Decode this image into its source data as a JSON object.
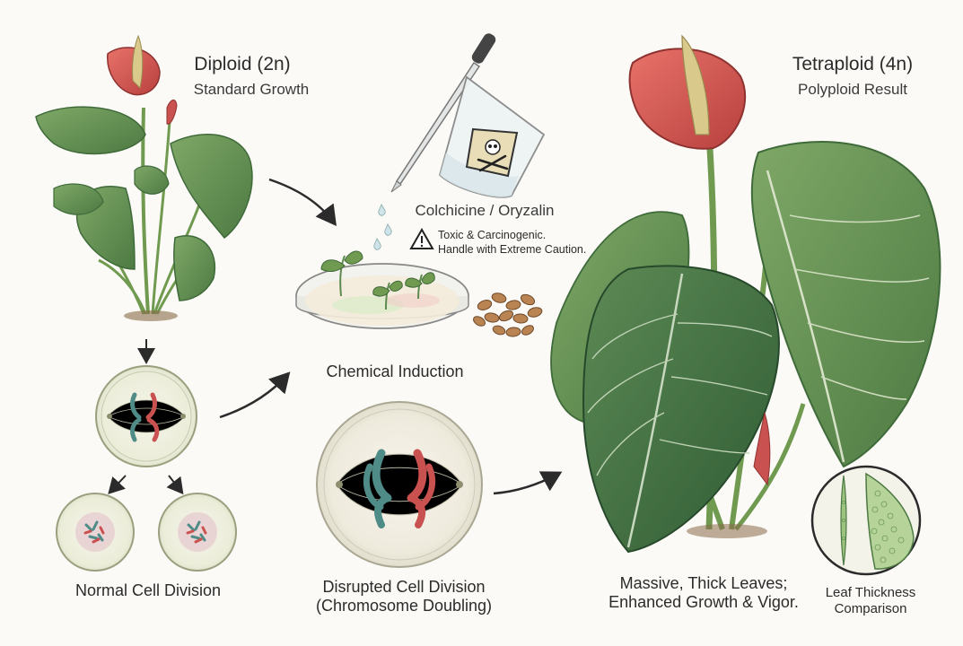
{
  "diploid": {
    "title": "Diploid (2n)",
    "subtitle": "Standard Growth"
  },
  "tetraploid": {
    "title": "Tetraploid (4n)",
    "subtitle": "Polyploid Result"
  },
  "chemical": {
    "name": "Colchicine / Oryzalin",
    "warning_line1": "Toxic & Carcinogenic.",
    "warning_line2": "Handle with Extreme Caution.",
    "induction_label": "Chemical Induction"
  },
  "cells": {
    "normal_label": "Normal Cell Division",
    "disrupted_line1": "Disrupted Cell Division",
    "disrupted_line2": "(Chromosome Doubling)"
  },
  "result": {
    "line1": "Massive, Thick Leaves;",
    "line2": "Enhanced Growth & Vigor.",
    "thickness_line1": "Leaf Thickness",
    "thickness_line2": "Comparison"
  },
  "icons": [
    "anthurium-small-icon",
    "anthurium-large-icon",
    "dropper-icon",
    "beaker-icon",
    "skull-icon",
    "warning-icon",
    "petri-dish-icon",
    "seeds-icon",
    "cell-icon",
    "arrow-icon",
    "leaf-cross-section-icon"
  ],
  "colors": {
    "leaf": "#5d8a4e",
    "leaf_dark": "#3f6a3a",
    "spathe": "#d9544f",
    "spadix": "#d9c98a",
    "chromosome_red": "#c9514f",
    "chromosome_teal": "#4f8c88",
    "cell_fill": "#eef0e0"
  }
}
